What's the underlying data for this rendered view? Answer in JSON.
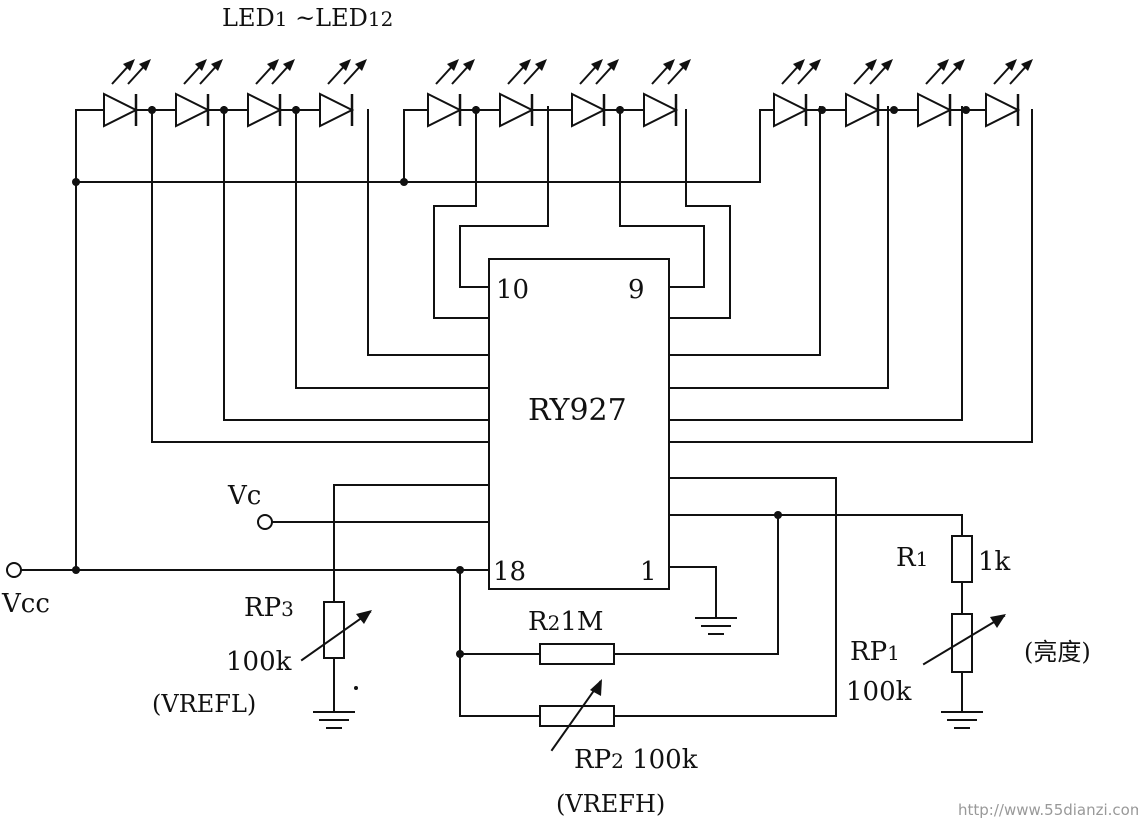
{
  "labels": {
    "led_range_prefix": "LED",
    "led_range_first_sub": "1",
    "led_range_sep": " ~LED",
    "led_range_last_sub": "12",
    "ic_name": "RY927",
    "pin_10": "10",
    "pin_9": "9",
    "pin_18": "18",
    "pin_1": "1",
    "vc": "Vc",
    "vcc": "Vcc",
    "rp3_main": "RP",
    "rp3_sub": "3",
    "rp3_value": "100k",
    "rp3_func": "(VREFL)",
    "r2_main": "R",
    "r2_sub": "2",
    "r2_value": "1M",
    "rp2_main": "RP",
    "rp2_sub": "2",
    "rp2_value": " 100k",
    "rp2_func": "(VREFH)",
    "r1_main": "R",
    "r1_sub": "1",
    "r1_value": "1k",
    "rp1_main": "RP",
    "rp1_sub": "1",
    "rp1_value": "100k",
    "rp1_func": "(亮度)",
    "watermark": "http://www.55dianzi.com"
  }
}
